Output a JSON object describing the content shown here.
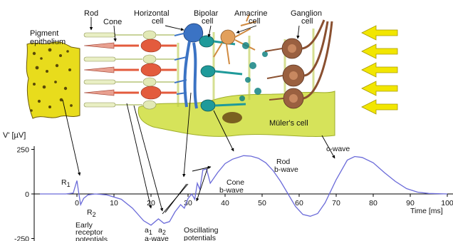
{
  "retina": {
    "cell_labels": {
      "rod": "Rod",
      "cone": "Cone",
      "horizontal_1": "Horizontal",
      "horizontal_2": "cell",
      "bipolar_1": "Bipolar",
      "bipolar_2": "cell",
      "amacrine_1": "Amacrine",
      "amacrine_2": "cell",
      "ganglion_1": "Ganglion",
      "ganglion_2": "cell",
      "pigment_1": "Pigment",
      "pigment_2": "epithelium",
      "muller": "Müler's cell"
    },
    "light_arrow_color": "#f2e600",
    "light_arrows": 5
  },
  "chart_data": {
    "type": "line",
    "ylabel": "V' [µV]",
    "xlabel": "Time [ms]",
    "xlim": [
      -10,
      100
    ],
    "ylim": [
      -250,
      250
    ],
    "x_ticks": [
      "0",
      "10",
      "20",
      "30",
      "40",
      "50",
      "60",
      "70",
      "80",
      "90",
      "100"
    ],
    "y_ticks": [
      "250",
      "0",
      "-250"
    ],
    "line_color": "#6b6bd9",
    "x": [
      -10,
      -3,
      -1,
      0,
      0.5,
      1,
      1.8,
      3,
      5,
      8,
      12,
      15,
      18,
      20,
      22,
      23.5,
      25,
      26.5,
      28,
      29,
      30,
      31,
      31.8,
      32.5,
      33.2,
      34,
      35,
      36,
      37,
      38,
      40,
      42,
      45,
      47,
      49,
      51,
      53,
      55,
      57,
      59,
      61,
      63,
      65,
      67,
      70,
      73,
      75,
      77,
      80,
      83,
      86,
      89,
      92,
      95,
      100
    ],
    "y": [
      0,
      0,
      5,
      75,
      5,
      -60,
      -25,
      -5,
      0,
      -5,
      -30,
      -80,
      -150,
      -175,
      -140,
      -165,
      -155,
      -100,
      -60,
      -80,
      -25,
      0,
      -30,
      60,
      25,
      135,
      140,
      60,
      90,
      120,
      170,
      195,
      215,
      212,
      200,
      175,
      130,
      70,
      0,
      -70,
      -115,
      -125,
      -110,
      -50,
      80,
      190,
      210,
      205,
      175,
      120,
      70,
      30,
      10,
      3,
      0
    ],
    "annotations": {
      "r1": "R",
      "r1_sub": "1",
      "r2": "R",
      "r2_sub": "2",
      "early_1": "Early",
      "early_2": "receptor",
      "early_3": "potentials",
      "a1": "a",
      "a1_sub": "1",
      "a2": "a",
      "a2_sub": "2",
      "awave": "a-wave",
      "osc_1": "Oscillating",
      "osc_2": "potentials",
      "cone_1": "Cone",
      "cone_2": "b-wave",
      "rod_1": "Rod",
      "rod_2": "b-wave",
      "cwave": "c-wave"
    }
  }
}
